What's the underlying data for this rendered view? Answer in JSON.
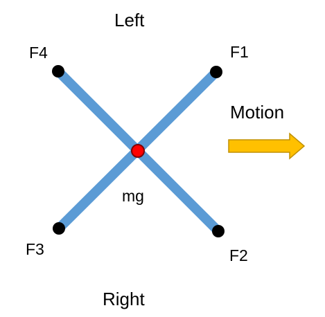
{
  "labels": {
    "left": "Left",
    "right": "Right",
    "motion": "Motion",
    "mass": "mg",
    "f1": "F1",
    "f2": "F2",
    "f3": "F3",
    "f4": "F4"
  },
  "colors": {
    "arm": "#5b9bd5",
    "endpoint": "#000000",
    "center": "#ff0000",
    "center_outline": "#7f0000",
    "arrow_fill": "#ffc000",
    "arrow_outline": "#c09000"
  }
}
